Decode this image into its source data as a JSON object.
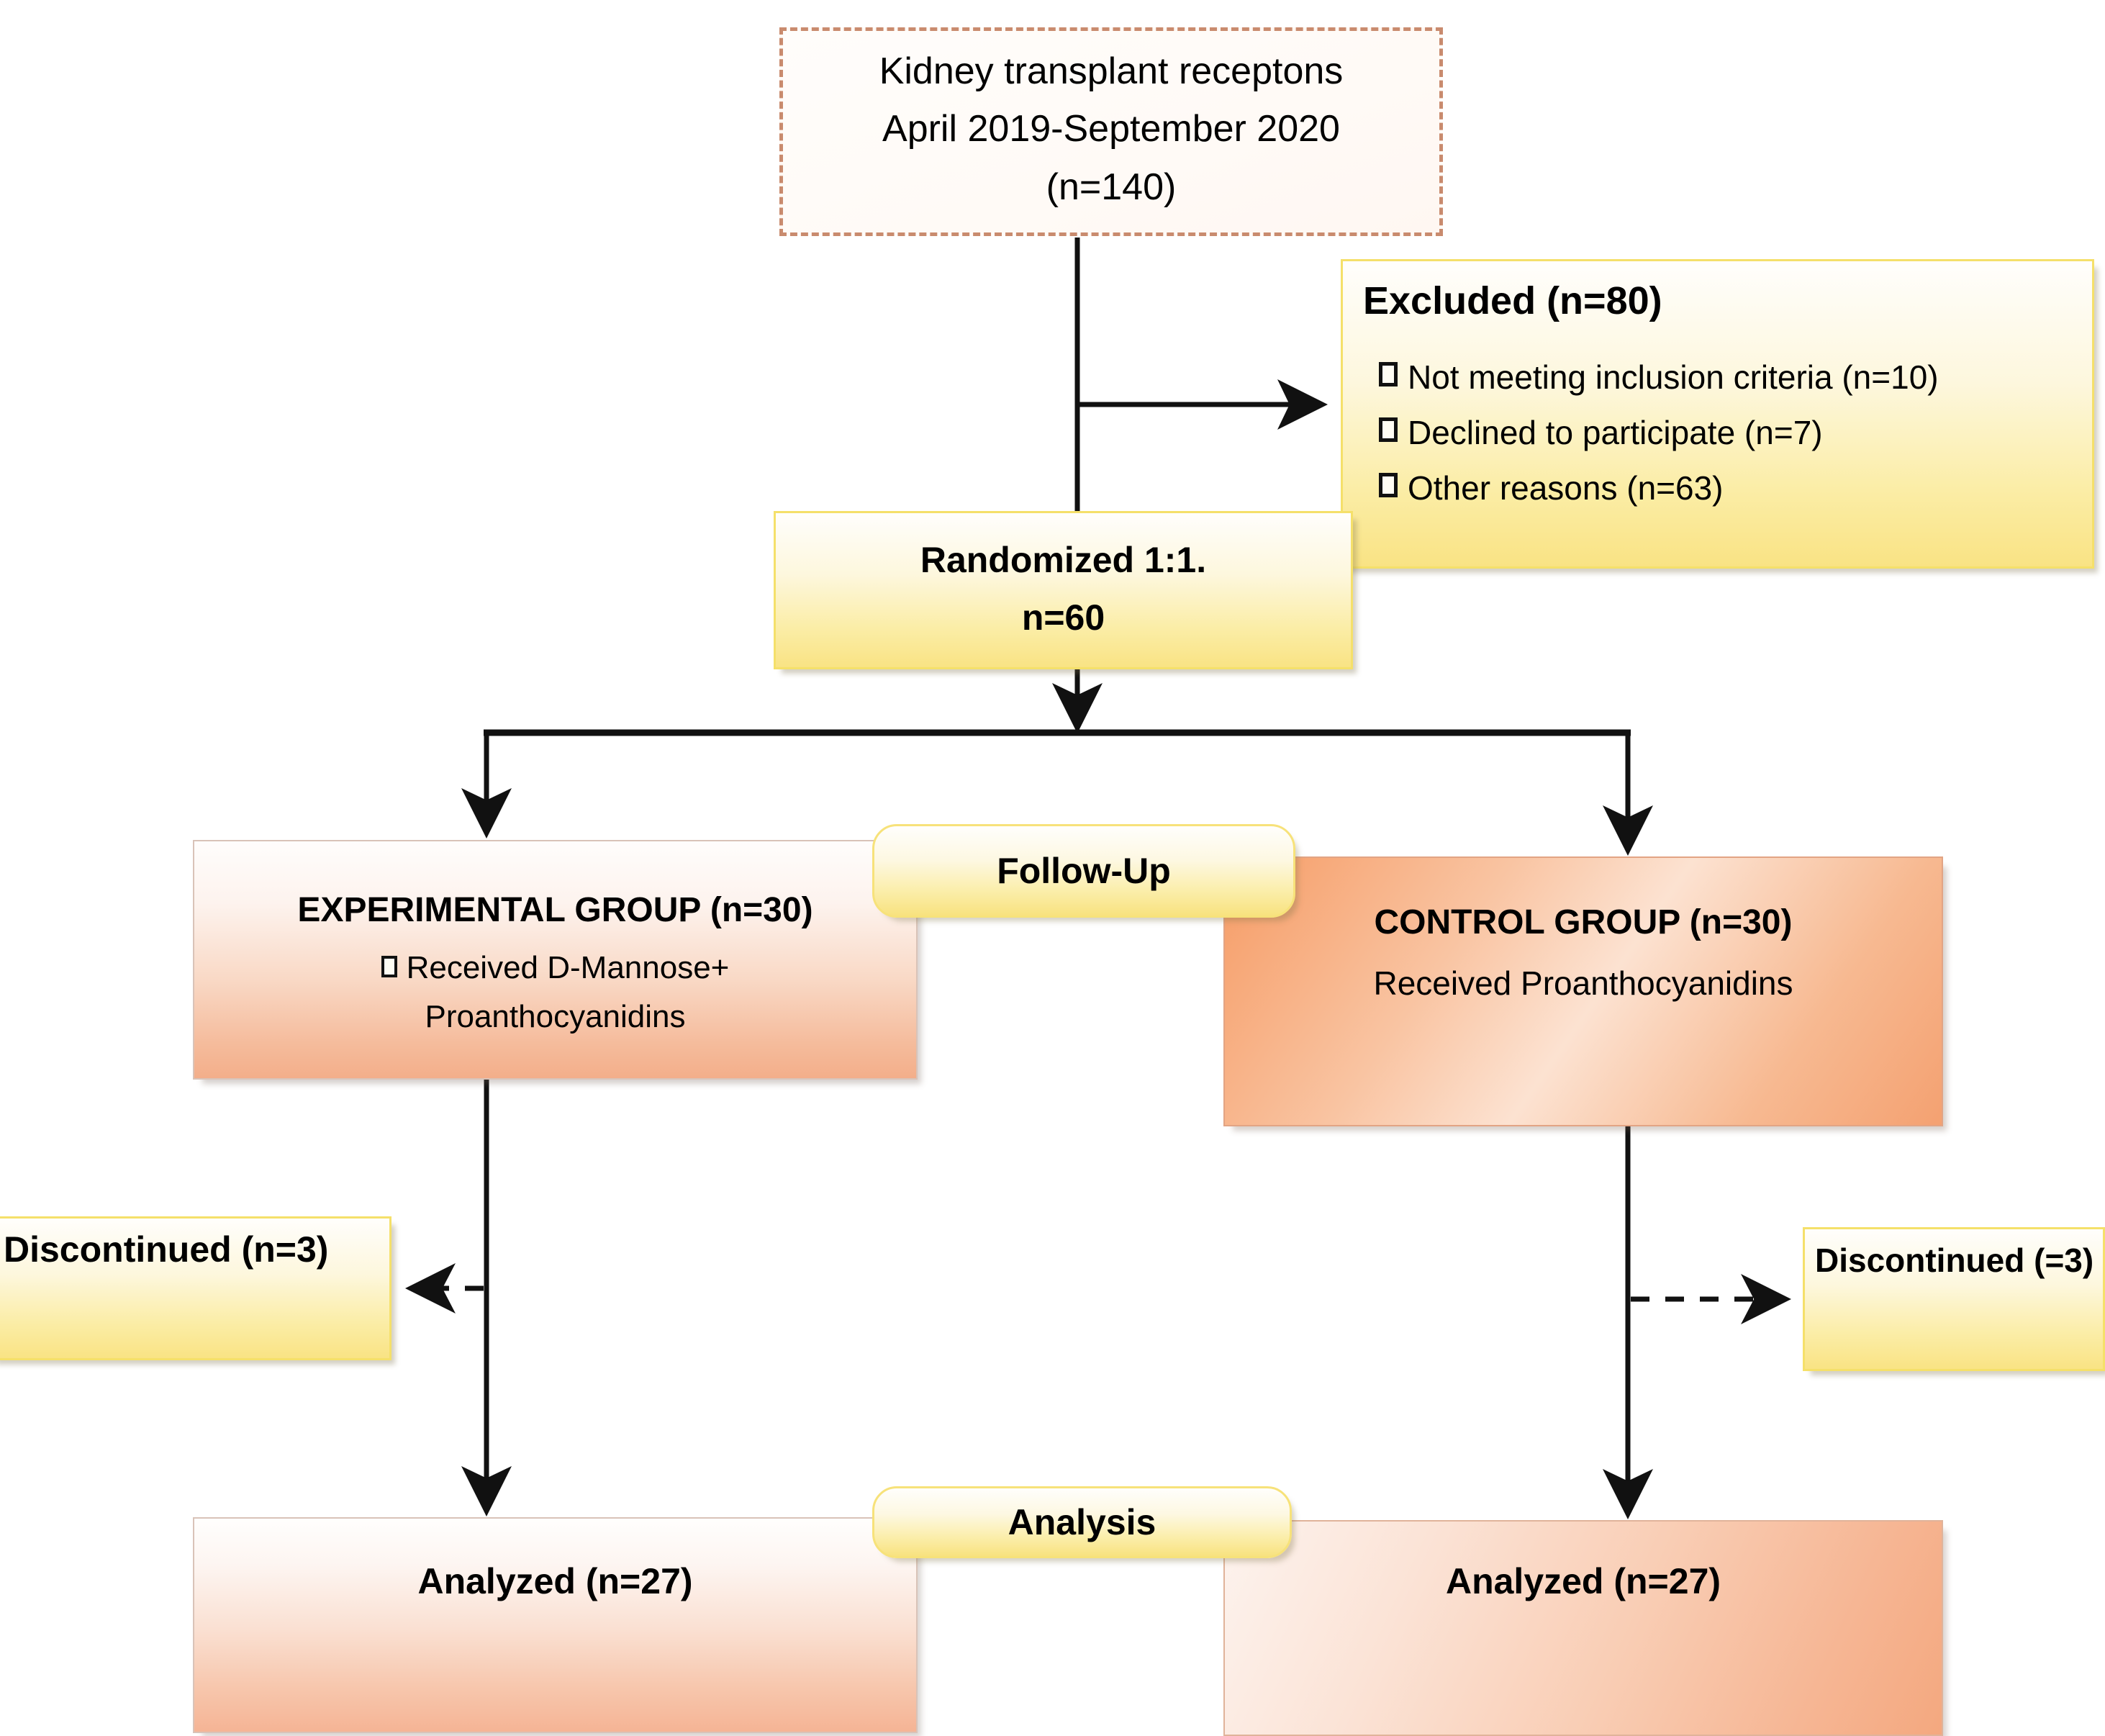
{
  "diagram": {
    "type": "consort-flow-diagram",
    "colors": {
      "dashed_border": "#c98b6e",
      "yellow_fill": "#fbeda6",
      "yellow_border": "#f5e06a",
      "peach_fill": "#f5bb9b",
      "salmon_fill": "#f4a171",
      "arrow": "#111111"
    }
  },
  "enrollment": {
    "lines": [
      "Kidney transplant receptons",
      "April 2019-September 2020",
      "(n=140)"
    ]
  },
  "excluded": {
    "title": "Excluded (n=80)",
    "reasons": [
      "Not meeting inclusion criteria (n=10)",
      "Declined to participate (n=7)",
      "Other reasons (n=63)"
    ]
  },
  "randomized": {
    "line1": "Randomized 1:1.",
    "line2": "n=60"
  },
  "stage_labels": {
    "follow_up": "Follow-Up",
    "analysis": "Analysis"
  },
  "experimental_group": {
    "title": "EXPERIMENTAL GROUP (n=30)",
    "detail_line1": "Received D-Mannose+",
    "detail_line2": "Proanthocyanidins"
  },
  "control_group": {
    "title": "CONTROL GROUP (n=30)",
    "detail": "Received Proanthocyanidins"
  },
  "discontinued_left": {
    "label": "Discontinued (n=3)"
  },
  "discontinued_right": {
    "label": "Discontinued (=3)"
  },
  "analyzed_left": {
    "label": "Analyzed (n=27)"
  },
  "analyzed_right": {
    "label": "Analyzed (n=27)"
  }
}
